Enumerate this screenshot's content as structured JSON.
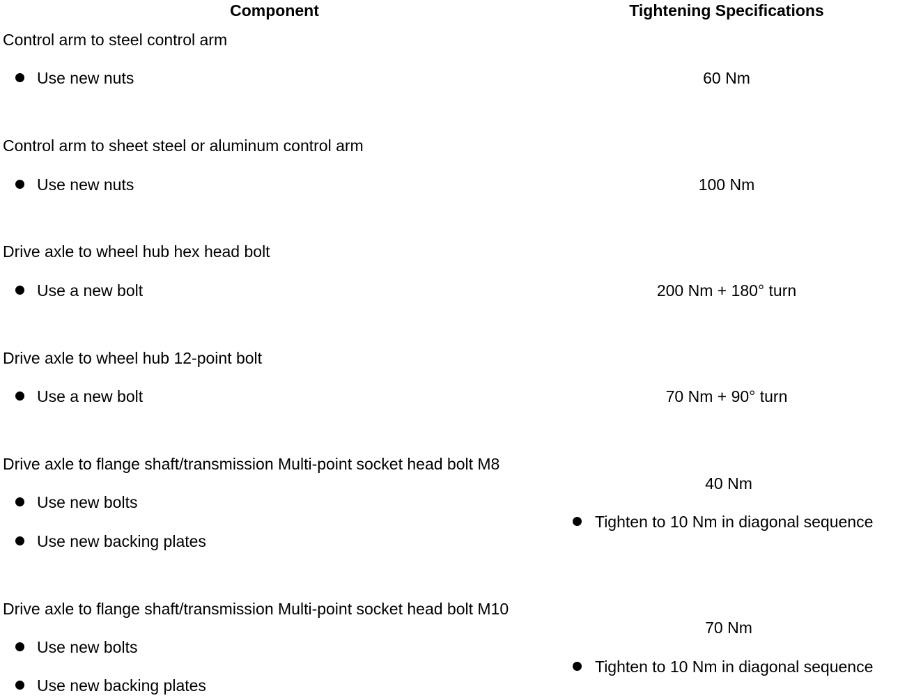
{
  "headers": {
    "component": "Component",
    "spec": "Tightening Specifications"
  },
  "rows": [
    {
      "component": "Control arm to steel control arm",
      "notes": [
        "Use new nuts"
      ],
      "spec": "60 Nm",
      "spec_notes": []
    },
    {
      "component": "Control arm to sheet steel or aluminum control arm",
      "notes": [
        "Use new nuts"
      ],
      "spec": "100 Nm",
      "spec_notes": []
    },
    {
      "component": "Drive axle to wheel hub hex head bolt",
      "notes": [
        "Use a new bolt"
      ],
      "spec": "200 Nm + 180° turn",
      "spec_notes": []
    },
    {
      "component": "Drive axle to wheel hub 12-point bolt",
      "notes": [
        "Use a new bolt"
      ],
      "spec": "70 Nm + 90° turn",
      "spec_notes": []
    },
    {
      "component": "Drive axle to flange shaft/transmission Multi-point socket head bolt M8",
      "notes": [
        "Use new bolts",
        "Use new backing plates"
      ],
      "spec": "40 Nm",
      "spec_notes": [
        "Tighten to 10 Nm in diagonal sequence"
      ]
    },
    {
      "component": "Drive axle to flange shaft/transmission Multi-point socket head bolt M10",
      "notes": [
        "Use new bolts",
        "Use new backing plates"
      ],
      "spec": "70 Nm",
      "spec_notes": [
        "Tighten to 10 Nm in diagonal sequence"
      ]
    }
  ]
}
